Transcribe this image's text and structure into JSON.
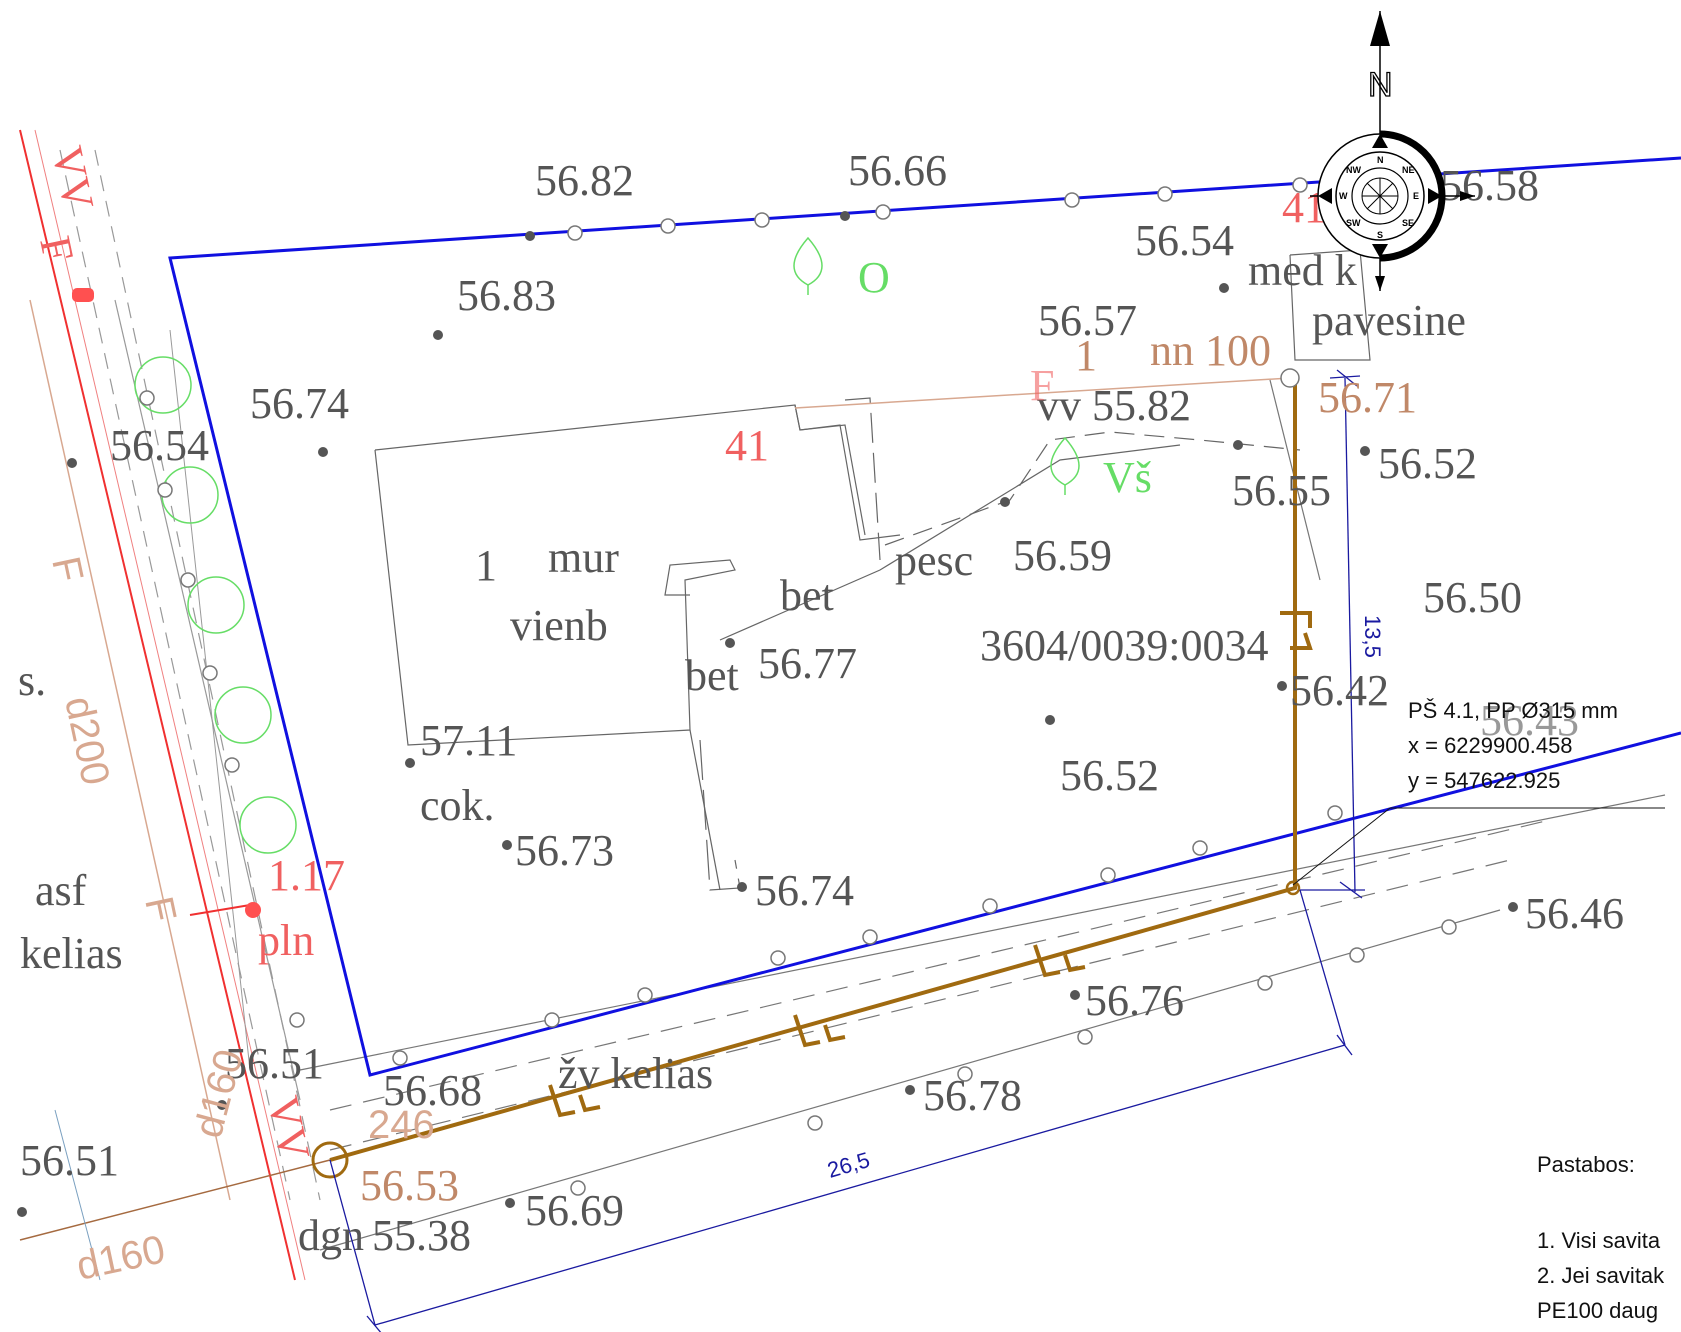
{
  "plot": {
    "cadastral_id": "3604/0039:0034",
    "parcel_number": "1",
    "neighbor_number": "41",
    "neighbor_number_2": "41"
  },
  "building": {
    "number": "1",
    "material": "mur",
    "type": "vienb",
    "surface_1": "bet",
    "surface_2": "bet",
    "walkway": "pesc",
    "plinth": "cok."
  },
  "elevations": [
    "56.82",
    "56.66",
    "56.58",
    "56.54",
    "56.83",
    "56.57",
    "56.74",
    "56.54",
    "56.71",
    "56.52",
    "56.55",
    "56.59",
    "56.50",
    "56.77",
    "56.42",
    "56.43",
    "57.11",
    "56.52",
    "56.73",
    "56.74",
    "56.46",
    "56.76",
    "56.51",
    "56.68",
    "56.78",
    "56.51",
    "56.53",
    "56.69",
    "55.38"
  ],
  "labels": {
    "tree_o": "O",
    "tree_vs": "Vš",
    "shed_material": "med k",
    "shed_type": "pavesine",
    "power_line": "nn 100",
    "water_level": "vv 55.82",
    "pole": "1.17",
    "pole_type": "pln",
    "road_surface": "asf",
    "road": "kelias",
    "gravel_road": "žv kelias",
    "ground": "dgn",
    "vv_line": "VV",
    "vv_line_2": "VV",
    "pipe_d200": "d200",
    "pipe_d160a": "d160",
    "pipe_d160b": "d160",
    "pipe_246": "246",
    "f_marker": "F",
    "f_marker_2": "F",
    "f_marker_3": "F",
    "f_marker_4": "F",
    "line_cutoff": "s."
  },
  "dimensions": {
    "vertical": "13,5",
    "horizontal": "26,5"
  },
  "well_callout": {
    "line1": "PŠ 4.1, PP Ø315 mm",
    "line2": "x = 6229900.458",
    "line3": "y = 547622.925"
  },
  "notes": {
    "title": "Pastabos:",
    "item1": "1. Visi savita",
    "item2": "2. Jei savitak",
    "item3": "PE100 daug"
  },
  "compass": {
    "north": "N",
    "n": "N",
    "ne": "NE",
    "e": "E",
    "se": "SE",
    "s": "S",
    "sw": "SW",
    "w": "W",
    "nw": "NW"
  },
  "colors": {
    "boundary": "#1010e0",
    "sewer": "#a06a10",
    "red_utility": "#f03030",
    "dimension": "#1a1aa0"
  }
}
